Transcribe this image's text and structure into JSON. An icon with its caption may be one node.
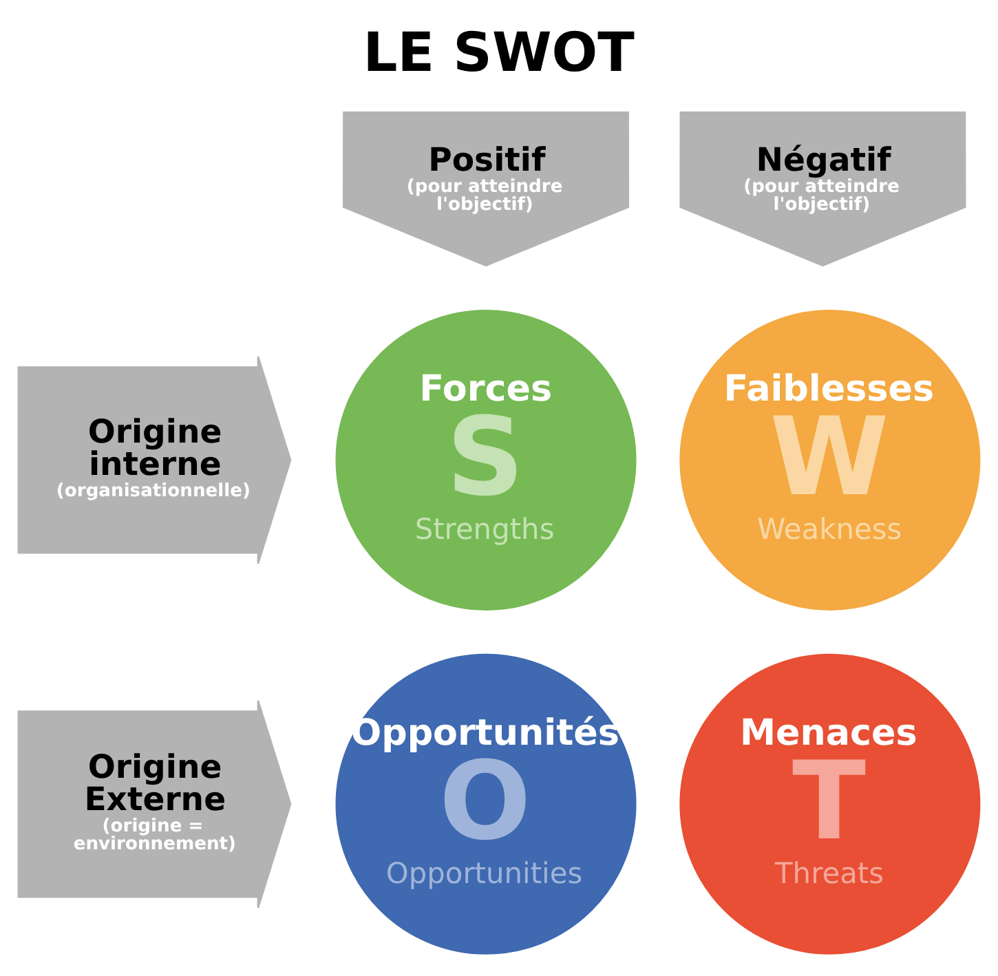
{
  "diagram": {
    "title": "LE SWOT",
    "nodes": [
      {
        "text": [
          "Positif",
          "(pour atteindre l'objectif)"
        ]
      },
      {
        "text": [
          "Négatif",
          "(pour atteindre l'objectif)"
        ]
      },
      {
        "text": [
          "Origine interne",
          "(organisationnelle)"
        ]
      },
      {
        "text": [
          "Forces",
          "S",
          "Strengths"
        ]
      },
      {
        "text": [
          "Faiblesses",
          "W",
          "Weakness"
        ]
      },
      {
        "text": [
          "Origine Externe",
          "(origine = environnement)"
        ]
      },
      {
        "text": [
          "Opportunités",
          "O",
          "Opportunities"
        ]
      },
      {
        "text": [
          "Menaces",
          "T",
          "Threats"
        ]
      }
    ]
  }
}
